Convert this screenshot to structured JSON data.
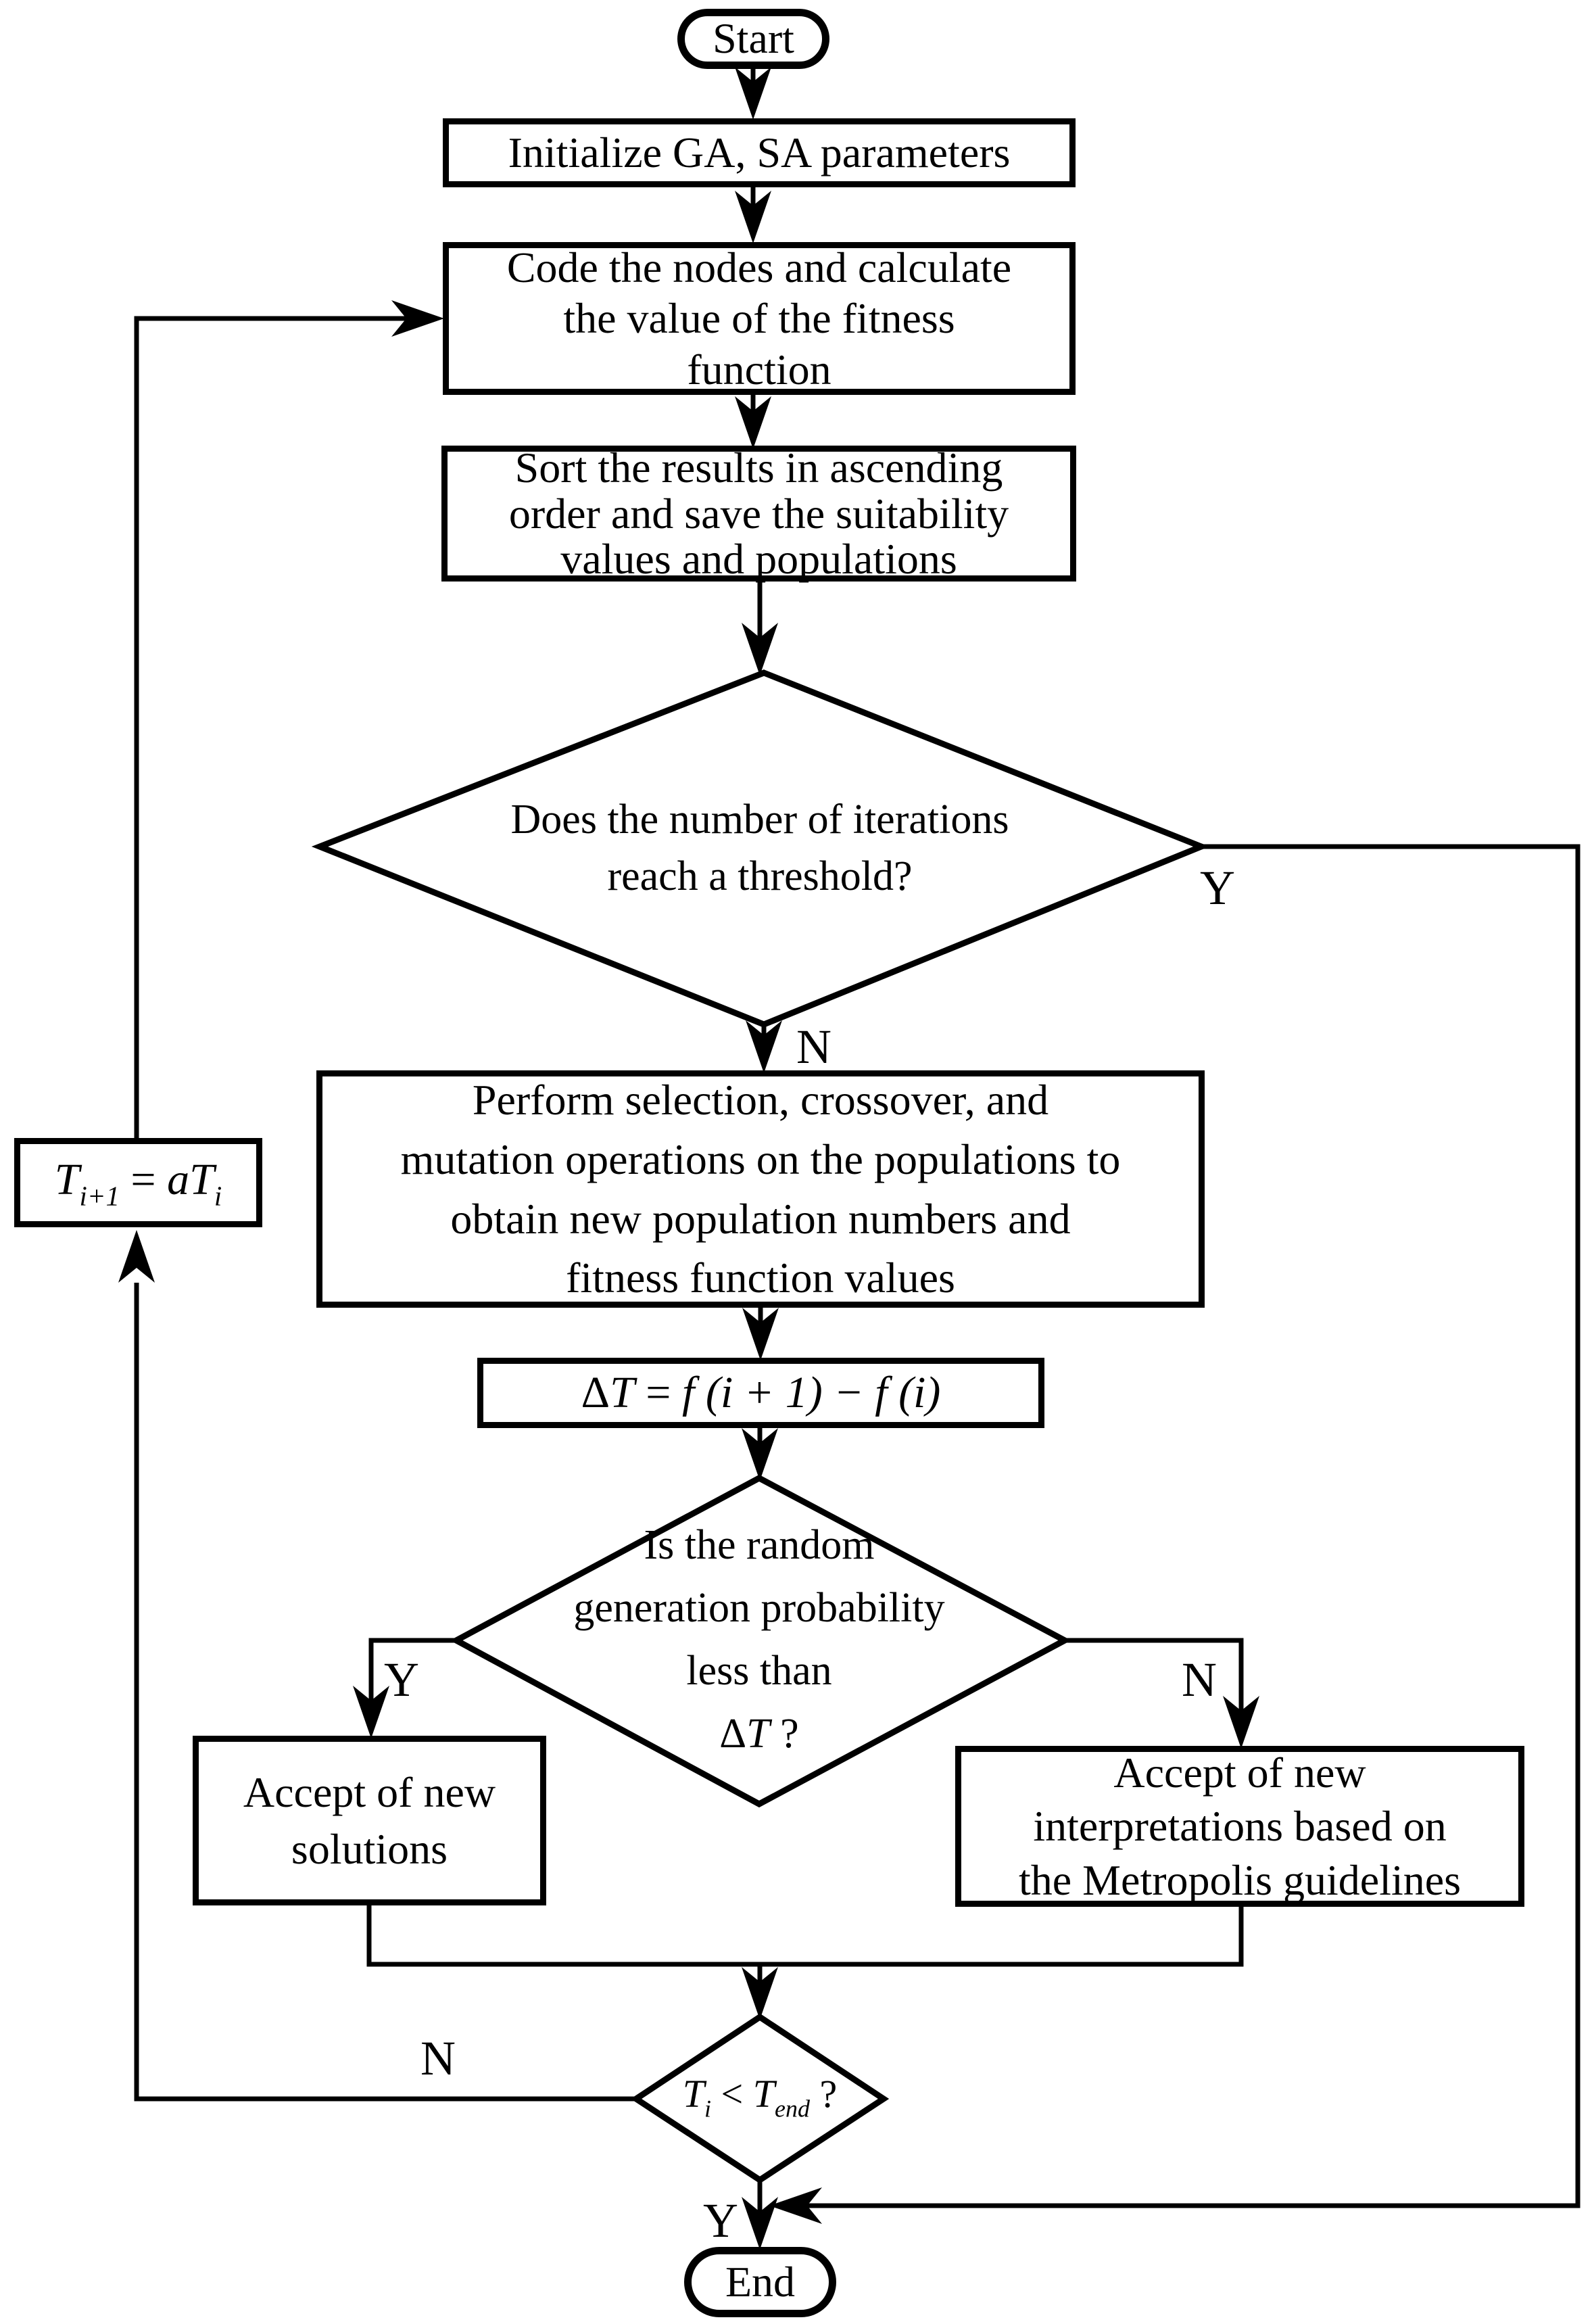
{
  "figure": {
    "type": "flowchart",
    "background_color": "#ffffff",
    "line_color": "#000000",
    "text_color": "#000000"
  },
  "nodes": {
    "start": "Start",
    "initialize": "Initialize GA, SA parameters",
    "code": "Code the nodes and calculate\nthe value of the fitness\nfunction",
    "sort": "Sort the results in ascending\norder and save the suitability\nvalues and populations",
    "iterations_decision": "Does the number of iterations\nreach a threshold?",
    "perform": "Perform selection, crossover, and\nmutation operations on the populations to\nobtain new population numbers and\nfitness function values",
    "delta_formula": {
      "delta": "Δ",
      "var": "T",
      "eq": " = ",
      "expr": "f (i + 1) − f (i)"
    },
    "random_decision": {
      "question": "Is the random\ngeneration probability\nless than",
      "delta": "Δ",
      "var": "T",
      "q": " ?"
    },
    "accept_solutions": "Accept of new\nsolutions",
    "accept_metropolis": "Accept of new\ninterpretations based on\nthe Metropolis guidelines",
    "temp_update": {
      "T1": "T",
      "sub1": "i+1",
      "eq": " = ",
      "coef": "a",
      "T2": "T",
      "sub2": "i"
    },
    "temp_decision": {
      "T1": "T",
      "sub1": "i",
      "op": " < ",
      "T2": "T",
      "sub2": "end",
      "q": " ?"
    },
    "end": "End"
  },
  "edge_labels": {
    "iterations_yes": "Y",
    "iterations_no": "N",
    "random_yes": "Y",
    "random_no": "N",
    "temp_no": "N",
    "temp_yes": "Y"
  }
}
